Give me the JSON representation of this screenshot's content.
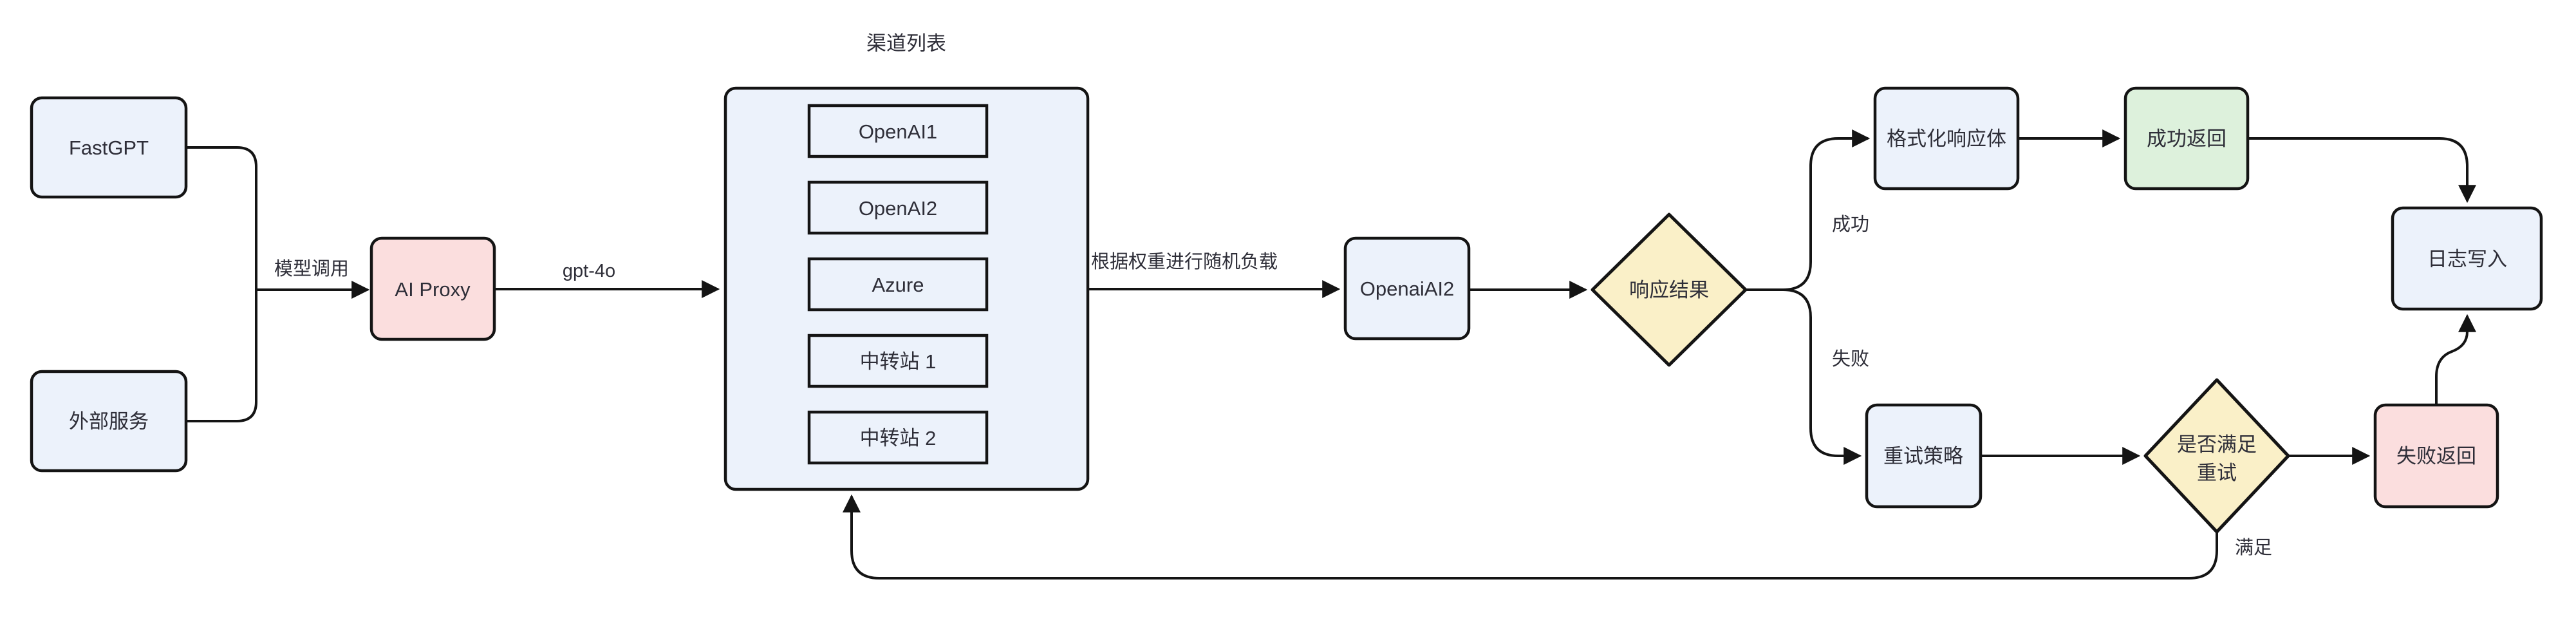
{
  "diagram": {
    "colors": {
      "node_blue": "#ECF2FB",
      "node_pink": "#FBDEDE",
      "node_green": "#DDF1DC",
      "node_yellow": "#FAF0C8",
      "border": "#141414",
      "text": "#2E2E38",
      "background": "#FFFFFF"
    },
    "nodes": {
      "fastgpt": {
        "label": "FastGPT"
      },
      "external_service": {
        "label": "外部服务"
      },
      "ai_proxy": {
        "label": "AI Proxy"
      },
      "channel_list": {
        "title": "渠道列表",
        "items": [
          "OpenAI1",
          "OpenAI2",
          "Azure",
          "中转站 1",
          "中转站 2"
        ]
      },
      "openai_ai2": {
        "label": "OpenaiAI2"
      },
      "response_result": {
        "label": "响应结果"
      },
      "format_response": {
        "label": "格式化响应体"
      },
      "success_return": {
        "label": "成功返回"
      },
      "log_write": {
        "label": "日志写入"
      },
      "retry_strategy": {
        "label": "重试策略"
      },
      "retry_check": {
        "lines": [
          "是否满足",
          "重试"
        ]
      },
      "fail_return": {
        "label": "失败返回"
      }
    },
    "edge_labels": {
      "model_call": "模型调用",
      "gpt4o": "gpt-4o",
      "weighted_load": "根据权重进行随机负载",
      "success": "成功",
      "fail": "失败",
      "satisfied": "满足"
    }
  }
}
